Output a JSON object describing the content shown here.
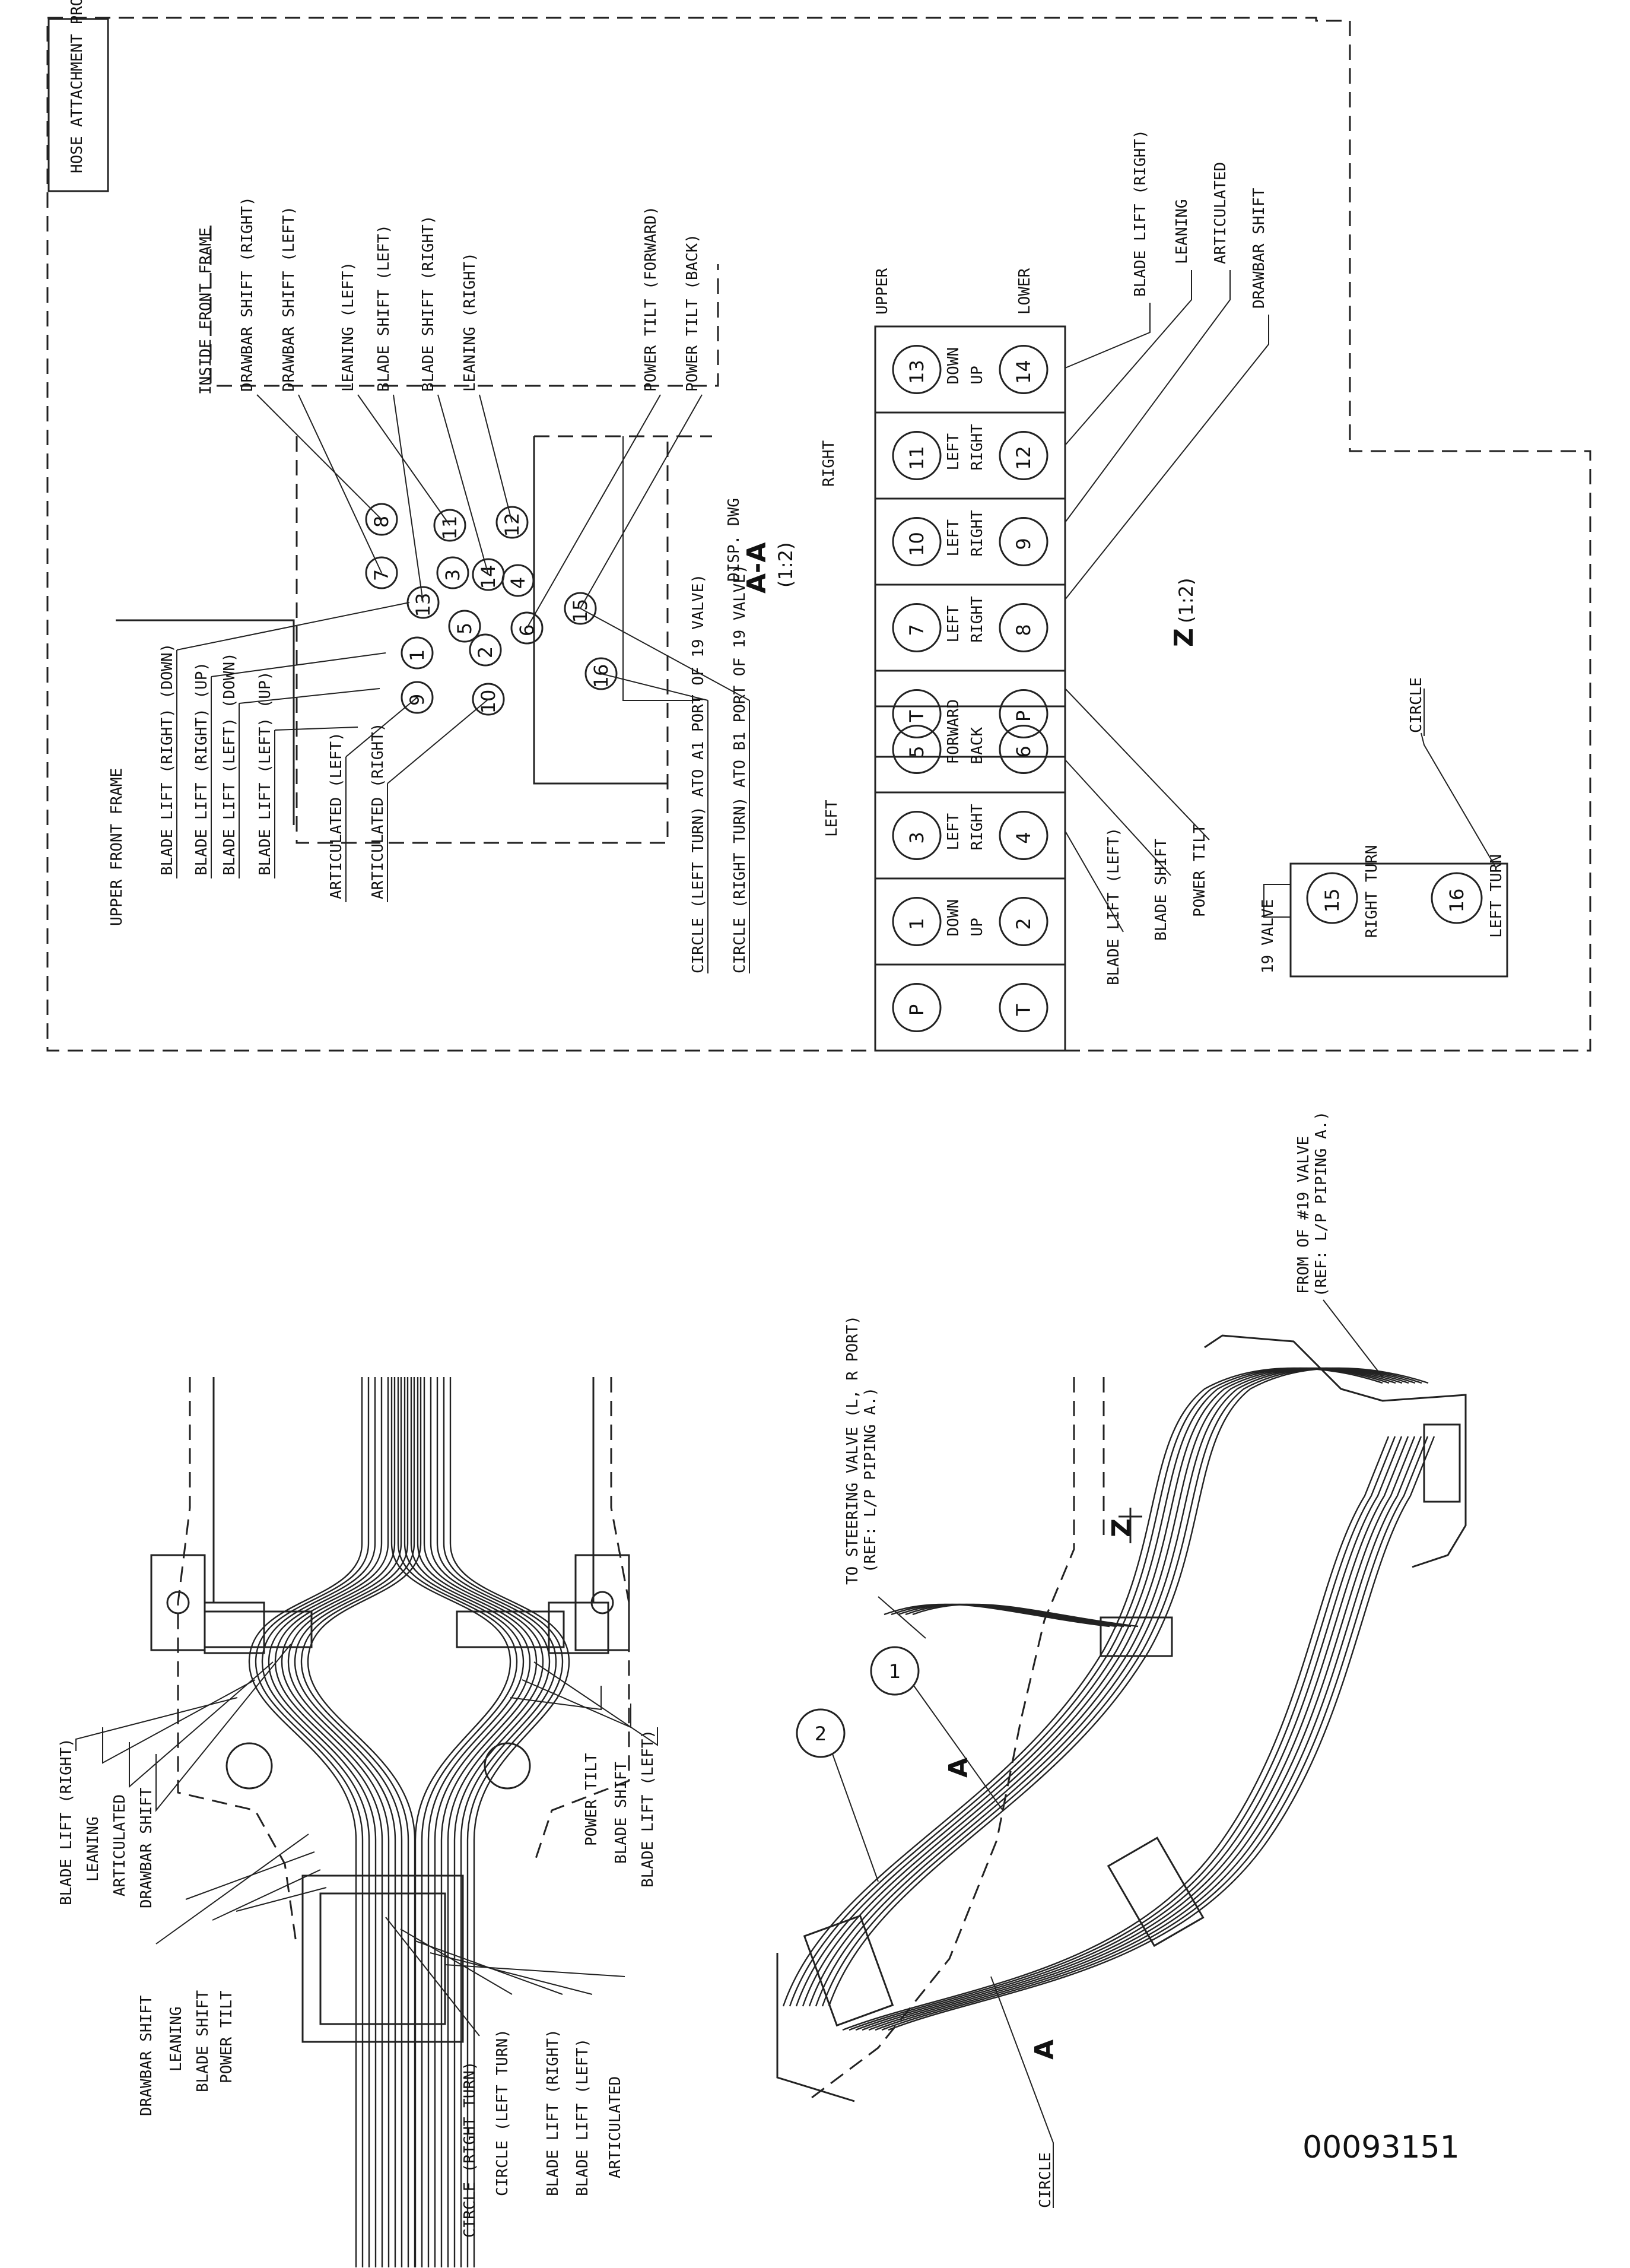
{
  "frame": {
    "title_box": "HOSE ATTACHMENT PROCEDURE"
  },
  "view_aa": {
    "frame_upper": "UPPER FRONT FRAME",
    "frame_inside": "INSIDE FRONT FRAME",
    "title": "A-A",
    "scale": "(1:2)",
    "disp": "DISP. DWG",
    "left_callouts": [
      "BLADE LIFT (RIGHT) (DOWN)",
      "BLADE LIFT (RIGHT) (UP)",
      "BLADE LIFT (LEFT) (DOWN)",
      "BLADE LIFT (LEFT) (UP)",
      "ARTICULATED (LEFT)",
      "ARTICULATED (RIGHT)"
    ],
    "top_callouts": [
      "DRAWBAR SHIFT (RIGHT)",
      "DRAWBAR SHIFT (LEFT)",
      "LEANING (LEFT)",
      "BLADE SHIFT (LEFT)",
      "BLADE SHIFT (RIGHT)",
      "LEANING (RIGHT)",
      "POWER TILT (FORWARD)",
      "POWER TILT (BACK)"
    ],
    "bottom_callouts": [
      "CIRCLE (LEFT TURN) ATO A1 PORT OF 19 VALVE)",
      "CIRCLE (RIGHT TURN) ATO B1 PORT OF 19 VALVE)"
    ],
    "ports": [
      "7",
      "8",
      "13",
      "11",
      "3",
      "1",
      "5",
      "14",
      "2",
      "4",
      "12",
      "9",
      "10",
      "6",
      "15",
      "16"
    ]
  },
  "view_z": {
    "title": "Z",
    "scale": "(1:2)",
    "right_label": "RIGHT",
    "left_label": "LEFT",
    "upper_label": "UPPER",
    "lower_label": "LOWER",
    "right_block": {
      "top": [
        "T",
        "7",
        "10",
        "11",
        "13"
      ],
      "top_sub": [
        "",
        "LEFT",
        "LEFT",
        "LEFT",
        "DOWN"
      ],
      "bottom": [
        "P",
        "8",
        "9",
        "12",
        "14"
      ],
      "bottom_sub": [
        "",
        "RIGHT",
        "RIGHT",
        "RIGHT",
        "UP"
      ]
    },
    "left_block": {
      "top": [
        "P",
        "1",
        "3",
        "5"
      ],
      "top_sub": [
        "DOWN",
        "LEFT",
        "FORWARD"
      ],
      "bottom": [
        "T",
        "2",
        "4",
        "6"
      ],
      "bottom_sub": [
        "UP",
        "RIGHT",
        "BACK"
      ]
    },
    "right_callouts": [
      "BLADE LIFT (RIGHT)",
      "LEANING",
      "ARTICULATED",
      "DRAWBAR SHIFT"
    ],
    "left_callouts": [
      "BLADE LIFT (LEFT)",
      "BLADE SHIFT",
      "POWER TILT"
    ],
    "valve19": {
      "label": "19 VALVE",
      "ports": [
        "15",
        "16"
      ],
      "port_sub": [
        "RIGHT TURN",
        "LEFT TURN"
      ],
      "callout": "CIRCLE"
    }
  },
  "plan_view": {
    "left_callouts": [
      "BLADE LIFT (RIGHT)",
      "LEANING",
      "ARTICULATED",
      "DRAWBAR SHIFT"
    ],
    "right_callouts": [
      "POWER TILT",
      "BLADE SHIFT",
      "BLADE LIFT (LEFT)"
    ],
    "lower_left_callouts": [
      "DRAWBAR SHIFT",
      "LEANING",
      "BLADE SHIFT",
      "POWER TILT"
    ],
    "bottom_callouts": [
      "CIRCLE (RIGHT TURN)",
      "CIRCLE (LEFT TURN)",
      "BLADE LIFT (RIGHT)",
      "BLADE LIFT (LEFT)",
      "ARTICULATED"
    ]
  },
  "side_view": {
    "note_steering": [
      "TO STEERING VALVE (L, R PORT)",
      "(REF: L/P PIPING A.)"
    ],
    "note_from19": [
      "FROM OF #19 VALVE",
      "(REF: L/P PIPING A.)"
    ],
    "item1": "1",
    "item2": "2",
    "mark_z": "Z",
    "mark_a": "A",
    "circle_callout": "CIRCLE"
  },
  "doc_number": "00093151"
}
